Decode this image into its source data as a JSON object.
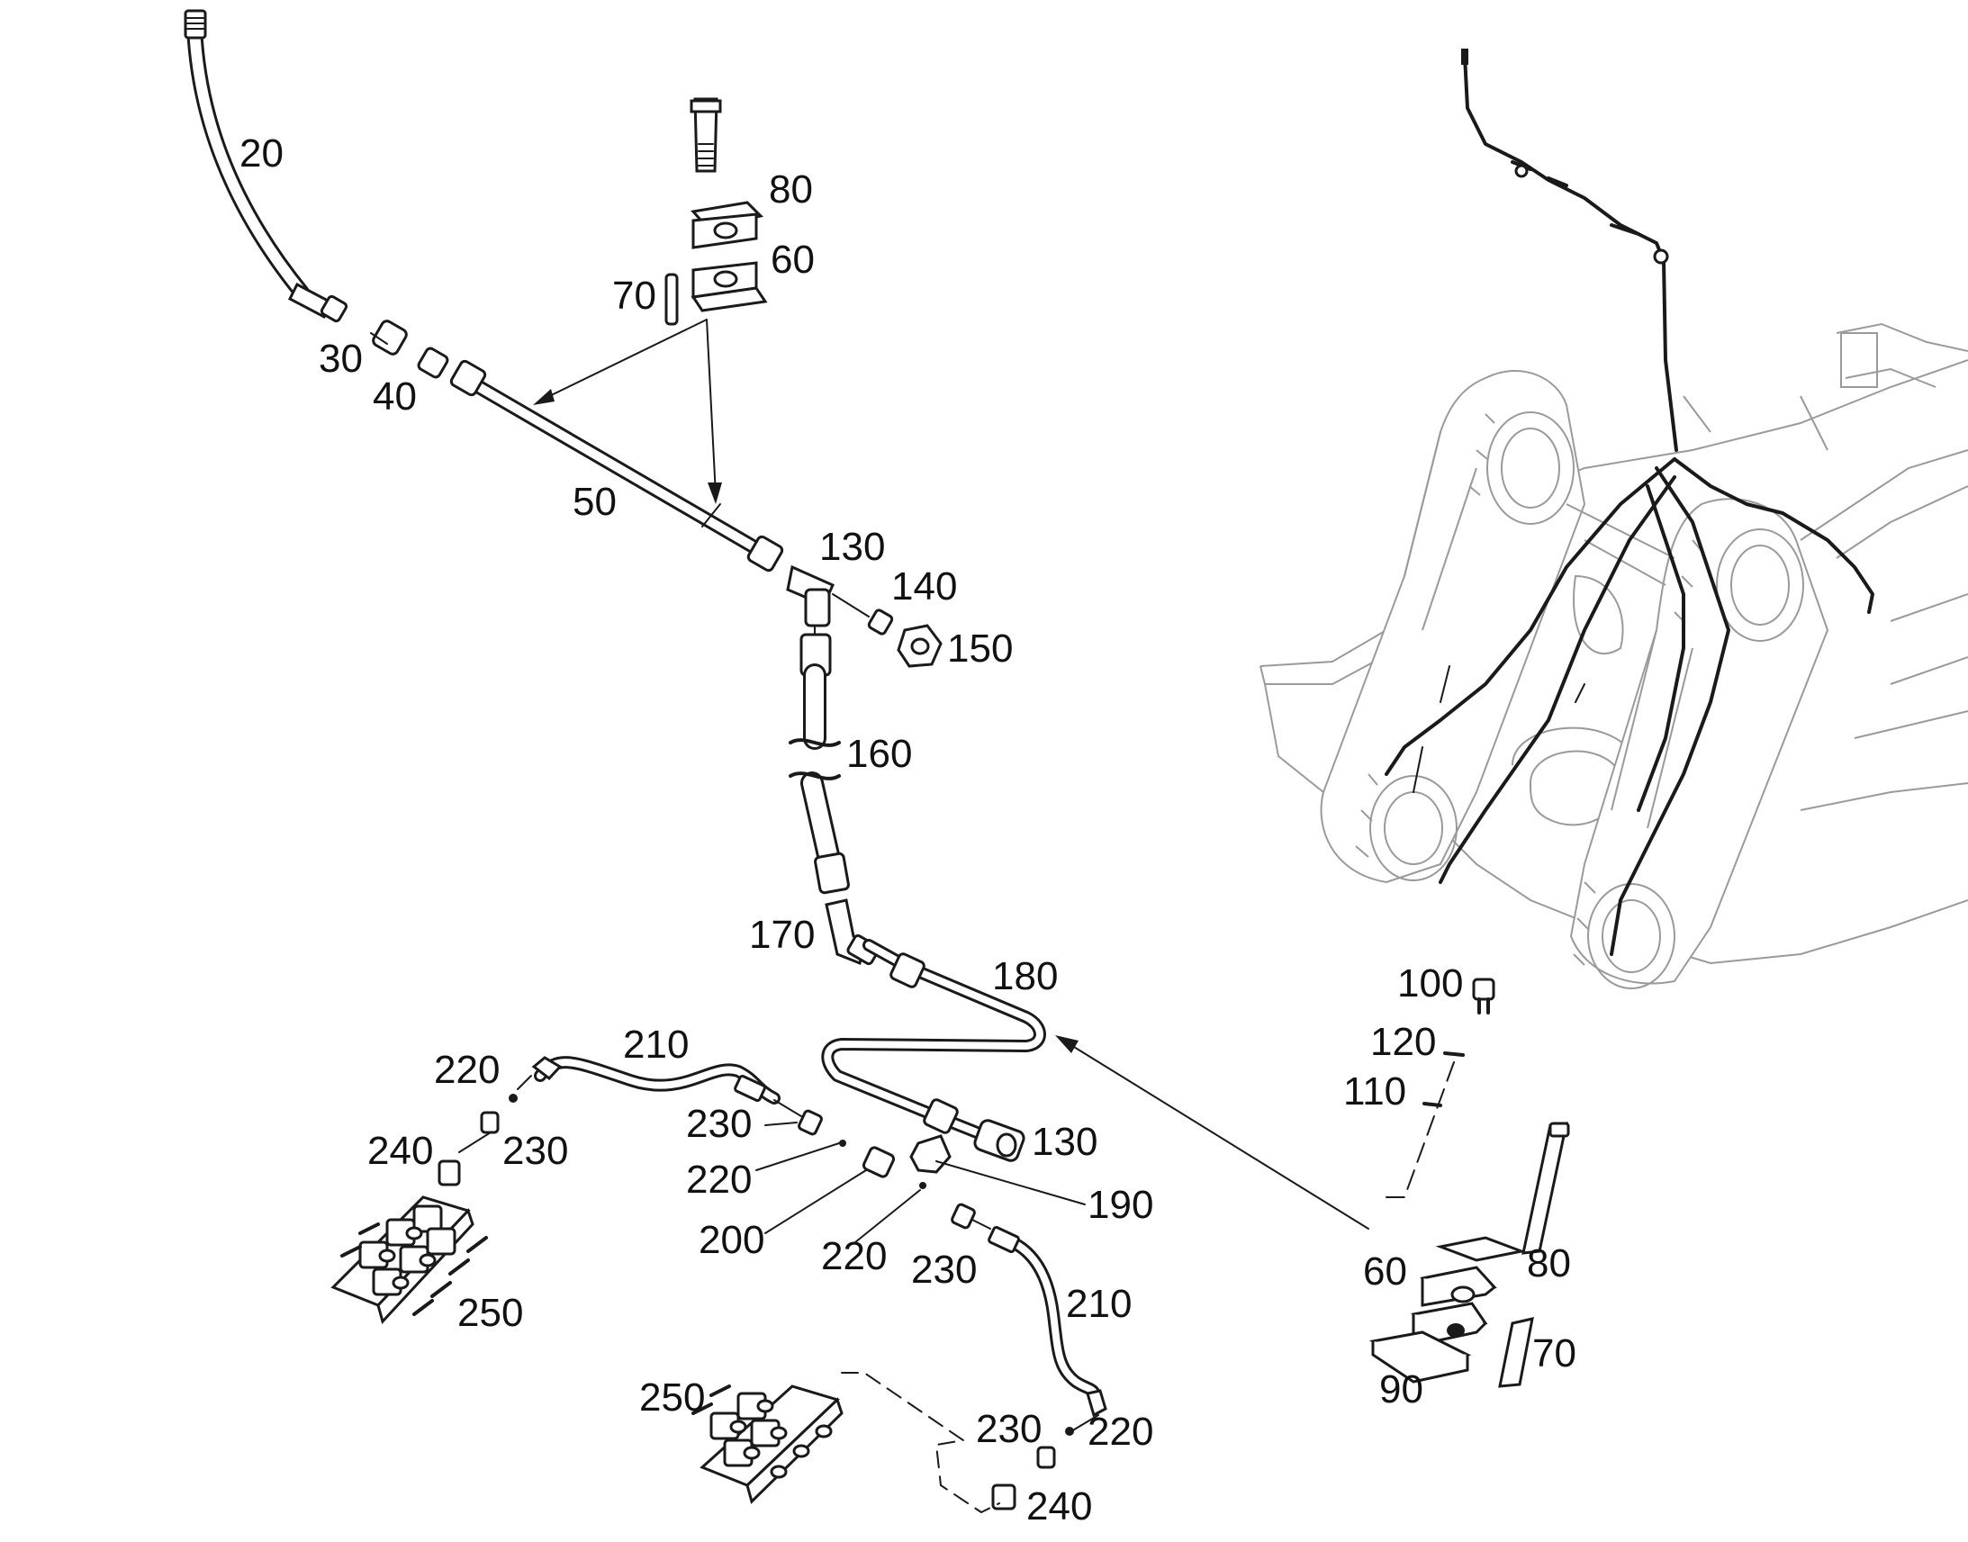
{
  "labels": {
    "l20": "20",
    "l30": "30",
    "l40": "40",
    "l50": "50",
    "l60a": "60",
    "l70a": "70",
    "l80a": "80",
    "l130a": "130",
    "l140": "140",
    "l150": "150",
    "l160": "160",
    "l170": "170",
    "l180": "180",
    "l210a": "210",
    "l220a": "220",
    "l230a": "230",
    "l240a": "240",
    "l250a": "250",
    "l230b": "230",
    "l220b": "220",
    "l200": "200",
    "l130b": "130",
    "l190": "190",
    "l220c": "220",
    "l230c": "230",
    "l210b": "210",
    "l250b": "250",
    "l230d": "230",
    "l220d": "220",
    "l240b": "240",
    "l100": "100",
    "l120": "120",
    "l110": "110",
    "l60b": "60",
    "l80b": "80",
    "l70b": "70",
    "l90": "90"
  },
  "colors": {
    "line": "#1a1a1a",
    "machine": "#9a9a9a",
    "background": "#ffffff"
  }
}
